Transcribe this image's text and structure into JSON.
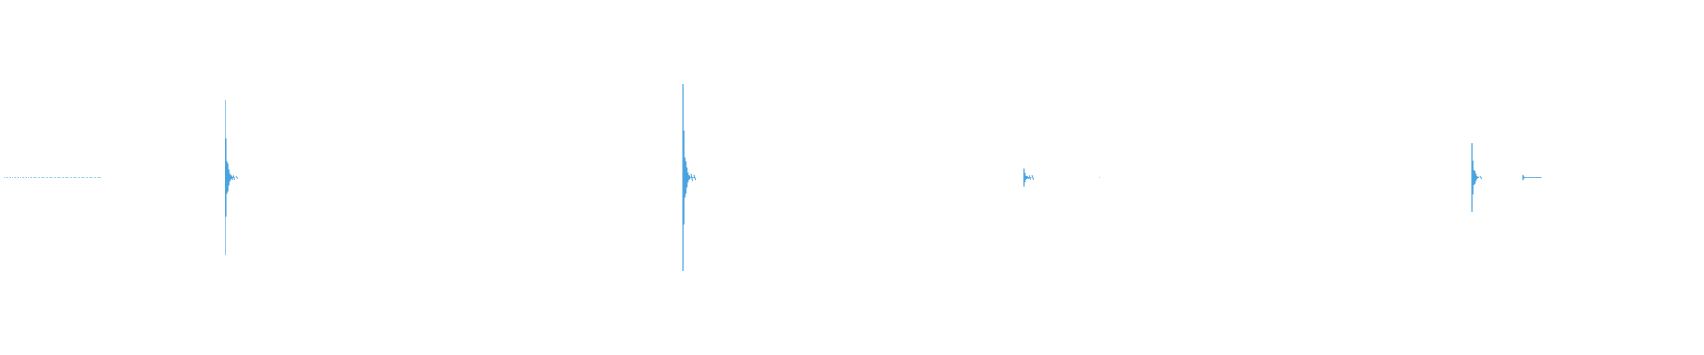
{
  "waveform": {
    "color": "#4aa3df",
    "background": "#ffffff",
    "duration_samples": 1920,
    "peak_scale": 1.0,
    "events": [
      {
        "sample": 254,
        "amplitude": 0.83,
        "tail": 10
      },
      {
        "sample": 770,
        "amplitude": 1.0,
        "tail": 12
      },
      {
        "sample": 1154,
        "amplitude": 0.1,
        "tail": 8
      },
      {
        "sample": 1659,
        "amplitude": 0.37,
        "tail": 7
      },
      {
        "sample": 1716,
        "amplitude": 0.03,
        "tail": 20
      }
    ],
    "noise_clusters": [
      {
        "start": 4,
        "end": 112,
        "level": 0.006
      },
      {
        "start": 254,
        "end": 266,
        "level": 0.03
      },
      {
        "start": 770,
        "end": 782,
        "level": 0.04
      },
      {
        "start": 1154,
        "end": 1164,
        "level": 0.03
      },
      {
        "start": 1238,
        "end": 1240,
        "level": 0.004
      },
      {
        "start": 1659,
        "end": 1668,
        "level": 0.02
      },
      {
        "start": 1716,
        "end": 1736,
        "level": 0.008
      }
    ]
  }
}
